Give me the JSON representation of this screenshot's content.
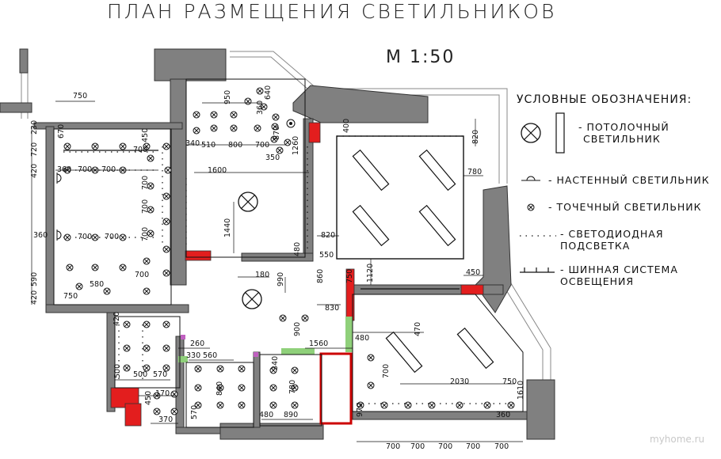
{
  "title": "ПЛАН РАЗМЕЩЕНИЯ СВЕТИЛЬНИКОВ",
  "scale": "М 1:50",
  "legend": {
    "heading": "УСЛОВНЫЕ ОБОЗНАЧЕНИЯ:",
    "ceiling_line1": "- ПОТОЛОЧНЫЙ",
    "ceiling_line2": "СВЕТИЛЬНИК",
    "wall": "- НАСТЕННЫЙ СВЕТИЛЬНИК",
    "spot": "- ТОЧЕЧНЫЙ СВЕТИЛЬНИК",
    "led_line1": "- СВЕТОДИОДНАЯ",
    "led_line2": "ПОДСВЕТКА",
    "track_line1": "- ШИННАЯ СИСТЕМА",
    "track_line2": "ОСВЕЩЕНИЯ"
  },
  "watermark": "myhome.ru",
  "dims": {
    "d750a": "750",
    "d670": "670",
    "d230": "230",
    "d720": "720",
    "d420a": "420",
    "d360a": "360",
    "d700a": "700",
    "d700b": "700",
    "d450a": "450",
    "d700c": "700",
    "d700d": "700",
    "d700e": "700",
    "d360b": "360",
    "d700f": "700",
    "d700g": "700",
    "d590": "590",
    "d420b": "420",
    "d580": "580",
    "d750b": "750",
    "d950": "950",
    "d360c": "360",
    "d640": "640",
    "d340a": "340",
    "d510": "510",
    "d800": "800",
    "d700h": "700",
    "d870": "870",
    "d1260": "1260",
    "d350": "350",
    "d1600": "1600",
    "d1440": "1440",
    "d400": "400",
    "d820a": "820",
    "d780": "780",
    "d820b": "820",
    "d480a": "480",
    "d550": "550",
    "d180": "180",
    "d990": "990",
    "d860": "860",
    "d750c": "750",
    "d1120": "1120",
    "d450b": "450",
    "d830": "830",
    "d470": "470",
    "d900": "900",
    "d480b": "480",
    "d1560": "1560",
    "d420c": "420",
    "d260": "260",
    "d330": "330",
    "d560": "560",
    "d340b": "340",
    "d700i": "700",
    "d500a": "500",
    "d500b": "500",
    "d570a": "570",
    "d840": "840",
    "d780b": "780",
    "d2030": "2030",
    "d750d": "750",
    "d1610": "1610",
    "d170": "170",
    "d450c": "450",
    "d370": "370",
    "d570b": "570",
    "d480c": "480",
    "d890": "890",
    "d970": "970",
    "d360d": "360",
    "d700j": "700",
    "d700k": "700",
    "d700l": "700",
    "d700m": "700",
    "d700n": "700",
    "d700o": "700",
    "d700p": "700"
  }
}
